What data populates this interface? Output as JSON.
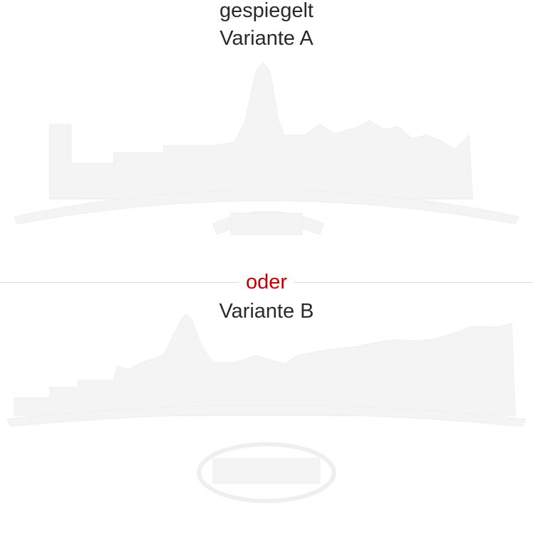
{
  "labels": {
    "mirrored": "gespiegelt",
    "variant_a": "Variante A",
    "or": "oder",
    "variant_b": "Variante B"
  },
  "colors": {
    "text": "#2a2a2a",
    "accent": "#c00000",
    "divider": "#d9d9d9",
    "silhouette": "#f4f4f4"
  },
  "silhouettes": [
    {
      "variant": "A",
      "icon": "city-skyline-logo-icon"
    },
    {
      "variant": "B",
      "icon": "city-skyline-logo-icon"
    }
  ]
}
